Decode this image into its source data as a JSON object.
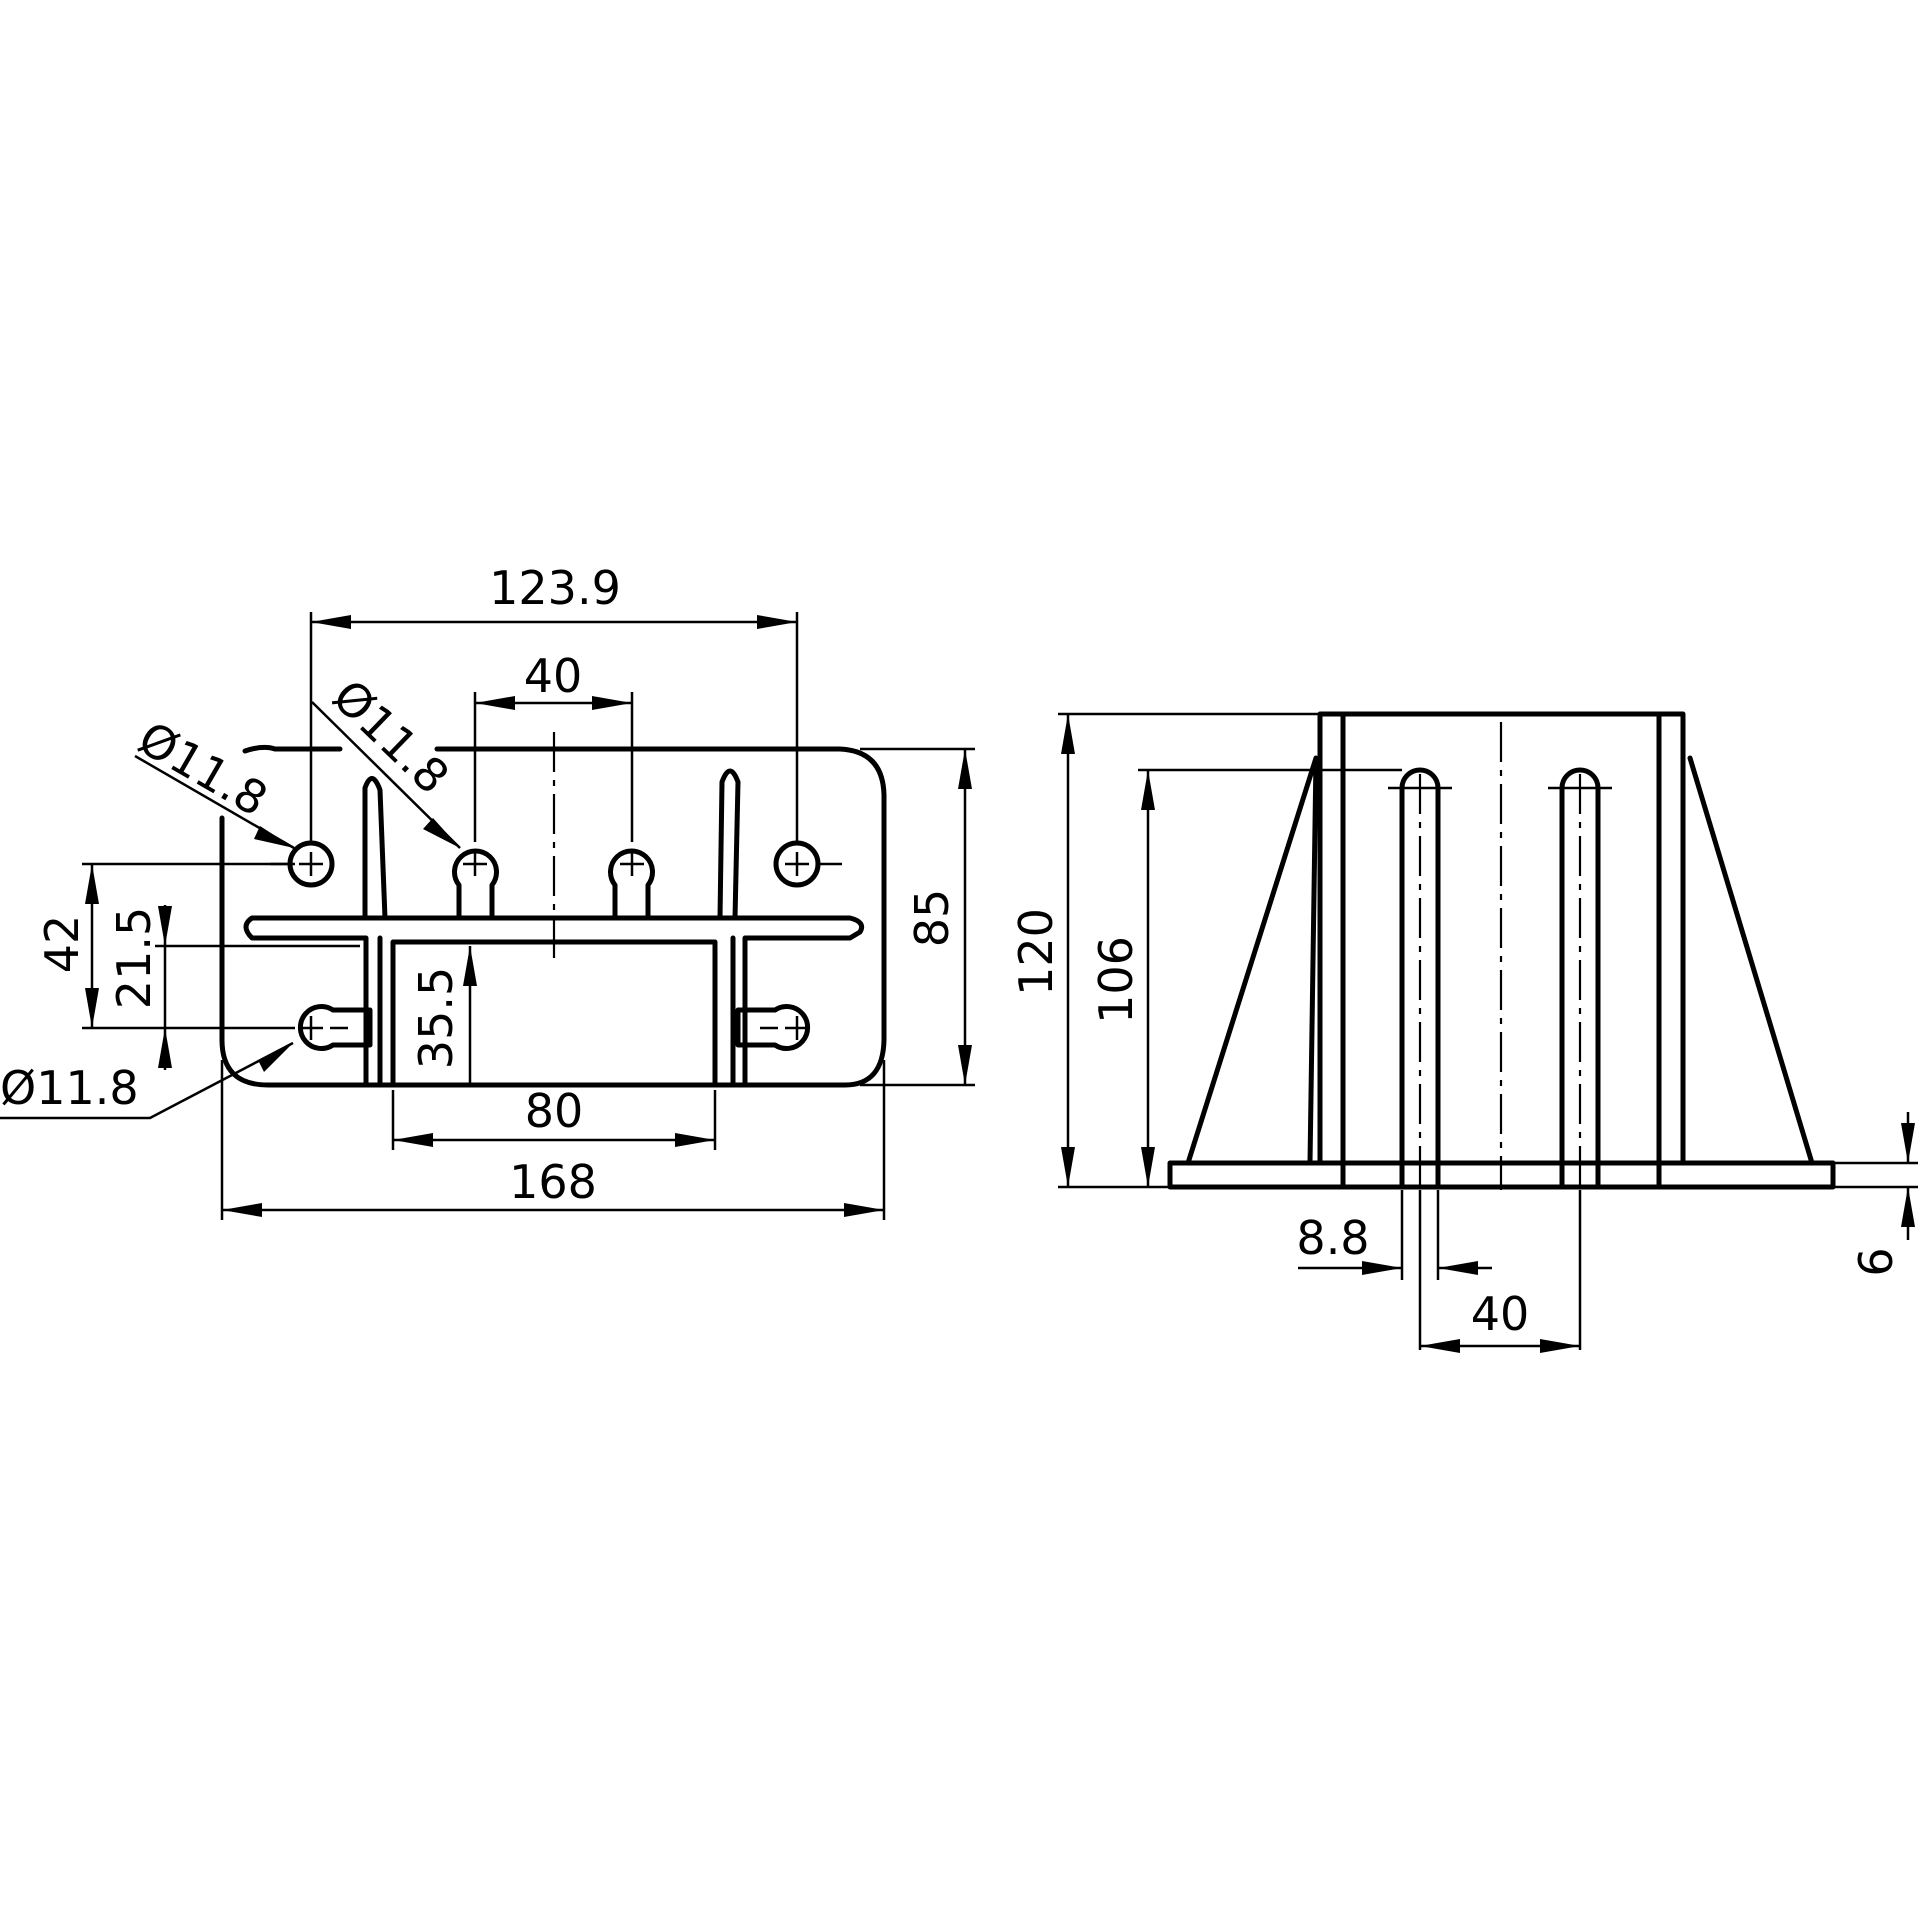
{
  "drawing": {
    "front_view": {
      "dim_123_9": "123.9",
      "dim_40": "40",
      "dim_85": "85",
      "dim_42": "42",
      "dim_21_5": "21.5",
      "dim_35_5": "35.5",
      "dim_80": "80",
      "dim_168": "168",
      "dia_upper_left": "Ø11.8",
      "dia_upper_mid": "Ø11.8",
      "dia_lower_left": "Ø11.8"
    },
    "side_view": {
      "dim_120": "120",
      "dim_106": "106",
      "dim_8_8": "8.8",
      "dim_40": "40",
      "dim_6": "6"
    }
  }
}
